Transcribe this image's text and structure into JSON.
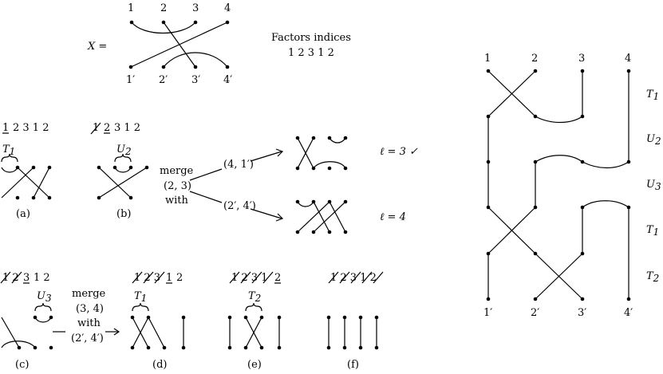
{
  "top": {
    "x_label": "X =",
    "top_labels": [
      "1",
      "2",
      "3",
      "4"
    ],
    "bottom_labels": [
      "1′",
      "2′",
      "3′",
      "4′"
    ],
    "factors_title": "Factors indices",
    "factors_seq": "1 2 3 1 2"
  },
  "row1": {
    "a": {
      "seq_rest": "2 3 1 2",
      "seq_first": "1",
      "brace": "T",
      "brace_sub": "1",
      "caption": "(a)"
    },
    "b": {
      "seq_struck": "1",
      "seq_first": "2",
      "seq_rest": "3 1 2",
      "brace": "U",
      "brace_sub": "2",
      "caption": "(b)"
    },
    "merge": {
      "l1": "merge",
      "l2": "(2, 3)",
      "l3": "with"
    },
    "option1": {
      "label": "(4, 1′)",
      "result": "ℓ = 3 ✓"
    },
    "option2": {
      "label": "(2′, 4′)",
      "result": "ℓ = 4"
    }
  },
  "row2": {
    "c": {
      "struck": "1 2",
      "first": "3",
      "rest": "1 2",
      "brace": "U",
      "brace_sub": "3",
      "caption": "(c)"
    },
    "merge": {
      "l1": "merge",
      "l2": "(3, 4)",
      "l3": "with",
      "l4": "(2′, 4′)"
    },
    "d": {
      "struck": "1 2 3",
      "first": "1",
      "rest": "2",
      "brace": "T",
      "brace_sub": "1",
      "caption": "(d)"
    },
    "e": {
      "struck": "1 2 3 1",
      "first": "2",
      "brace": "T",
      "brace_sub": "2",
      "caption": "(e)"
    },
    "f": {
      "struck": "1 2 3 1 2",
      "caption": "(f)"
    }
  },
  "right": {
    "top_labels": [
      "1",
      "2",
      "3",
      "4"
    ],
    "bottom_labels": [
      "1′",
      "2′",
      "3′",
      "4′"
    ],
    "rows": [
      {
        "name": "T",
        "sub": "1"
      },
      {
        "name": "U",
        "sub": "2"
      },
      {
        "name": "U",
        "sub": "3"
      },
      {
        "name": "T",
        "sub": "1"
      },
      {
        "name": "T",
        "sub": "2"
      }
    ]
  }
}
